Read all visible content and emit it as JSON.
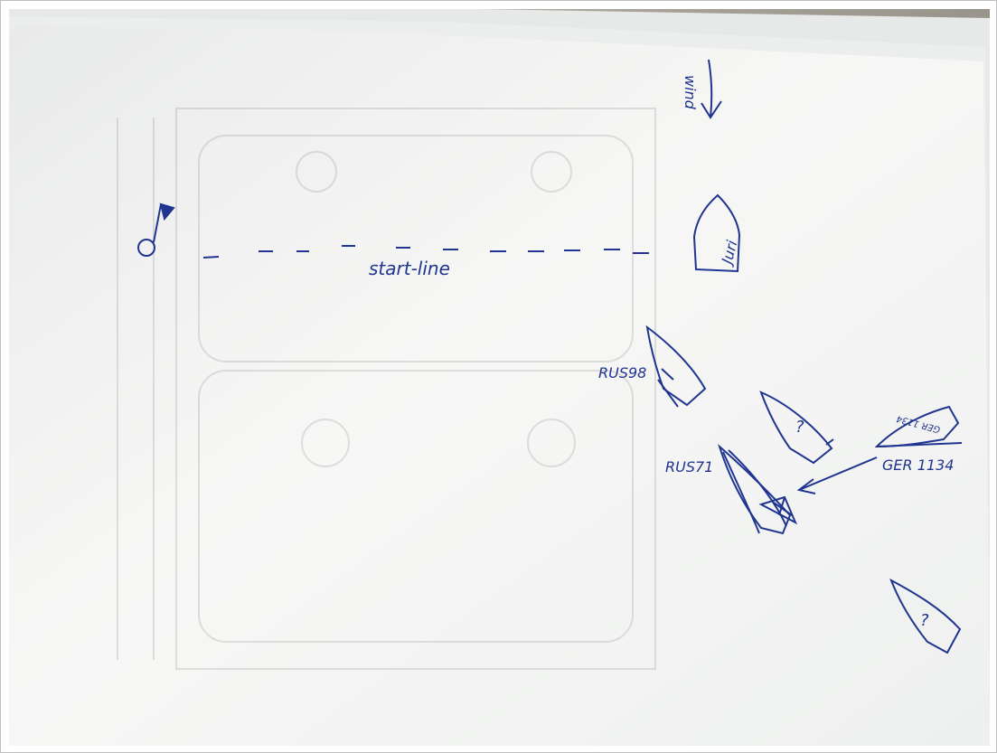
{
  "labels": {
    "wind": "wind",
    "start_line": "start-line",
    "juri": "Juri",
    "rus98": "RUS98",
    "rus71": "RUS71",
    "ger_label": "GER 1134",
    "ger_boat": "GER 1134",
    "unknown_1": "?",
    "unknown_2": "?"
  },
  "colors": {
    "ink": "#20358f",
    "paper": "#f4f5f5",
    "table": "#8f8a82"
  }
}
